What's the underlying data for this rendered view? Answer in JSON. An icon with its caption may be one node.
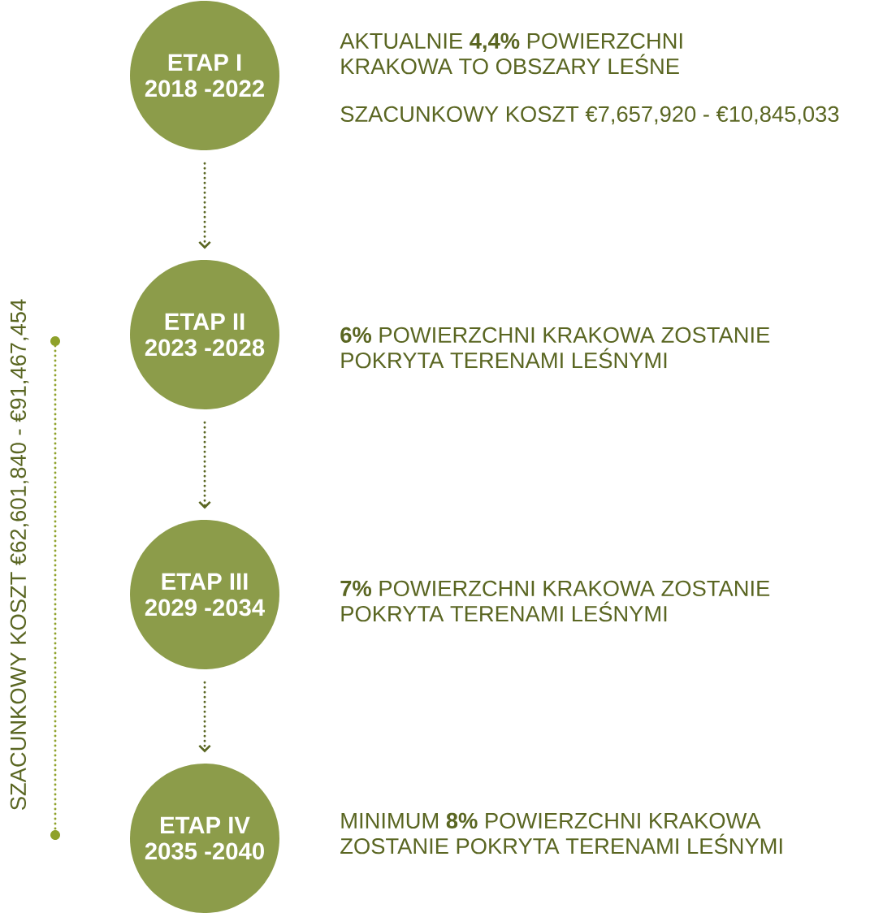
{
  "diagram": {
    "nodes": [
      {
        "text": [
          "ETAP I 2018 -2022"
        ],
        "beside": [
          "AKTUALNIE **4,4%** POWIERZCHNI KRAKOWA TO OBSZARY LEŚNE",
          "SZACUNKOWY KOSZT €7,657,920 - €10,845,033"
        ]
      },
      {
        "text": [
          "ETAP II 2023 -2028"
        ],
        "beside": [
          "**6%** POWIERZCHNI KRAKOWA ZOSTANIE POKRYTA TERENAMI LEŚNYMI"
        ]
      },
      {
        "text": [
          "ETAP III 2029 -2034"
        ],
        "beside": [
          "**7%** POWIERZCHNI KRAKOWA ZOSTANIE POKRYTA TERENAMI LEŚNYMI"
        ]
      },
      {
        "text": [
          "ETAP IV 2035 -2040"
        ],
        "beside": [
          "MINIMUM **8%** POWIERZCHNI KRAKOWA ZOSTANIE POKRYTA TERENAMI LEŚNYMI"
        ]
      }
    ],
    "edges": [
      {
        "from": 0,
        "to": 1,
        "arrow": "to"
      },
      {
        "from": 1,
        "to": 2,
        "arrow": "to"
      },
      {
        "from": 2,
        "to": 3,
        "arrow": "to"
      }
    ],
    "labels": [
      "SZACUNKOWY KOSZT €62,601,840 - €91,467,454"
    ]
  }
}
